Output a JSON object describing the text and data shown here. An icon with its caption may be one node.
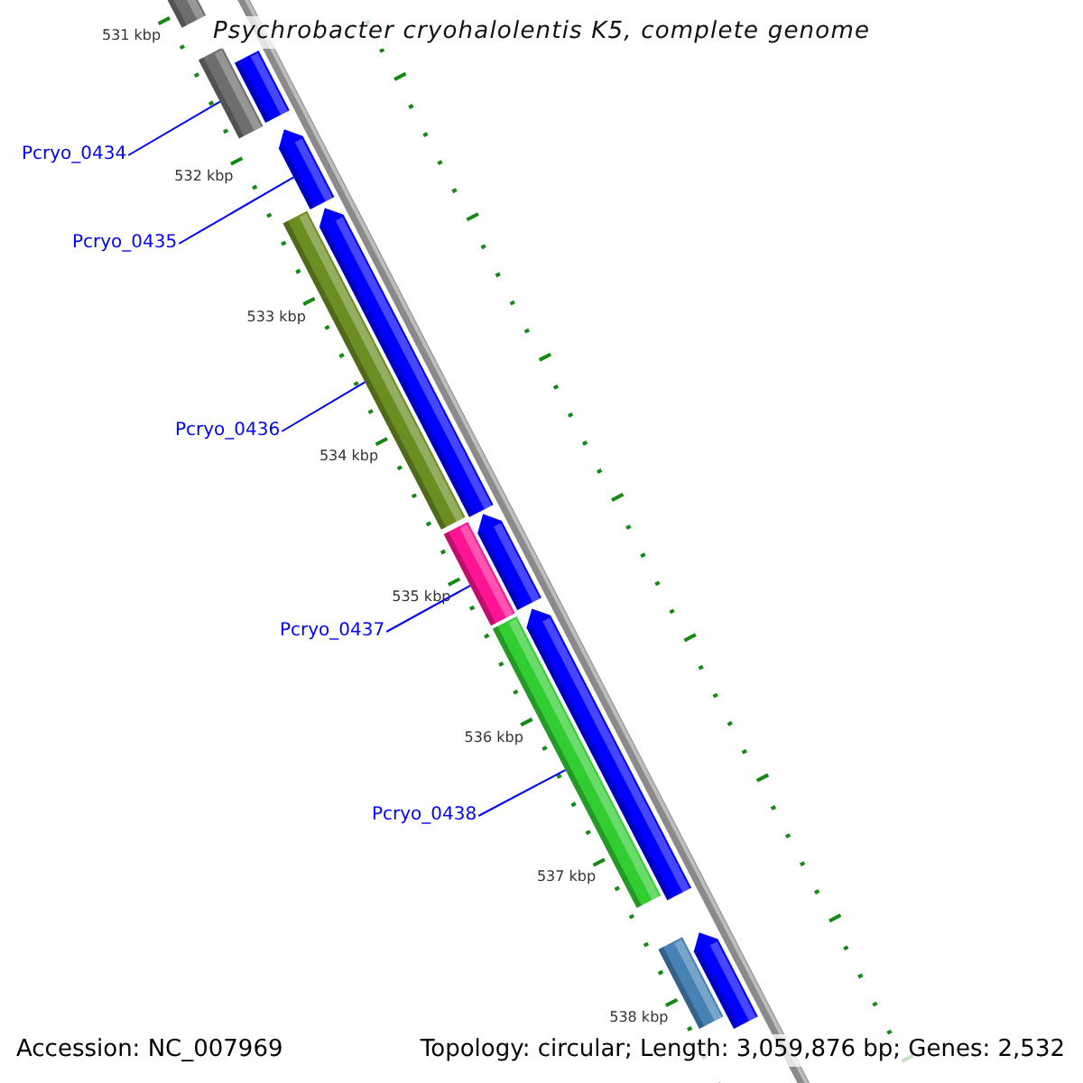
{
  "diagram": {
    "title": "Psychrobacter cryohalolentis K5, complete genome",
    "nodes": [
      {
        "text": [
          "Pcryo_0434"
        ]
      },
      {
        "text": [
          "Pcryo_0435"
        ]
      },
      {
        "text": [
          "Pcryo_0436"
        ]
      },
      {
        "text": [
          "Pcryo_0437"
        ]
      },
      {
        "text": [
          "Pcryo_0438"
        ]
      },
      {
        "text": [],
        "shape": "bar"
      },
      {
        "text": [],
        "shape": "bar"
      },
      {
        "text": [],
        "shape": "bar"
      },
      {
        "text": [],
        "shape": "bar"
      },
      {
        "text": [],
        "shape": "bar"
      },
      {
        "text": [],
        "shape": "bar"
      },
      {
        "text": [],
        "shape": "bar"
      },
      {
        "text": [],
        "shape": "bar"
      },
      {
        "text": [],
        "shape": "bar"
      },
      {
        "text": [],
        "shape": "bar"
      },
      {
        "text": [],
        "shape": "bar"
      },
      {
        "text": [],
        "shape": "bar"
      }
    ],
    "edges": [
      {
        "from": 0,
        "to": 7,
        "arrow": "none"
      },
      {
        "from": 1,
        "to": 8,
        "arrow": "none"
      },
      {
        "from": 2,
        "to": 9,
        "arrow": "none"
      },
      {
        "from": 3,
        "to": 11,
        "arrow": "none"
      },
      {
        "from": 4,
        "to": 13,
        "arrow": "none"
      }
    ],
    "labels": [
      "531 kbp",
      "532 kbp",
      "533 kbp",
      "534 kbp",
      "535 kbp",
      "536 kbp",
      "537 kbp",
      "538 kbp",
      "Accession: NC_007969",
      "Topology: circular; Length: 3,059,876 bp; Genes: 2,532"
    ]
  }
}
